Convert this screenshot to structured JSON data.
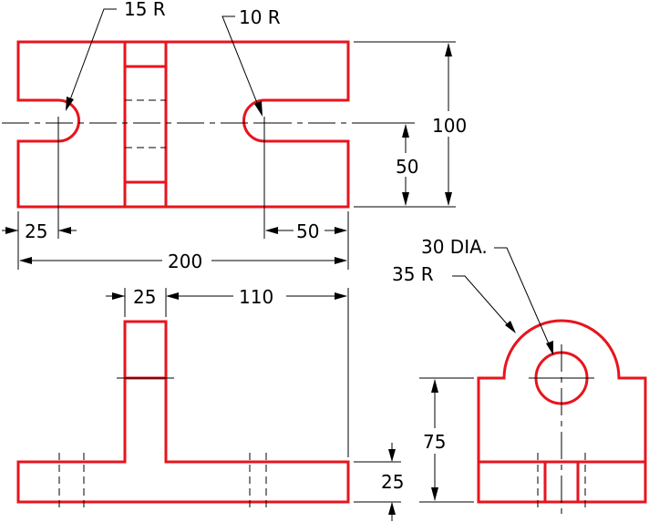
{
  "drawing": {
    "top_view": {
      "radius_left": "15 R",
      "radius_right": "10 R",
      "height_overall": "100",
      "height_slot": "50",
      "offset_left": "25",
      "offset_right": "50",
      "width_overall": "200"
    },
    "front_view": {
      "rib_width": "25",
      "rib_offset": "110",
      "base_height": "25"
    },
    "side_view": {
      "hole": "30 DIA.",
      "radius": "35 R",
      "height": "75"
    }
  }
}
